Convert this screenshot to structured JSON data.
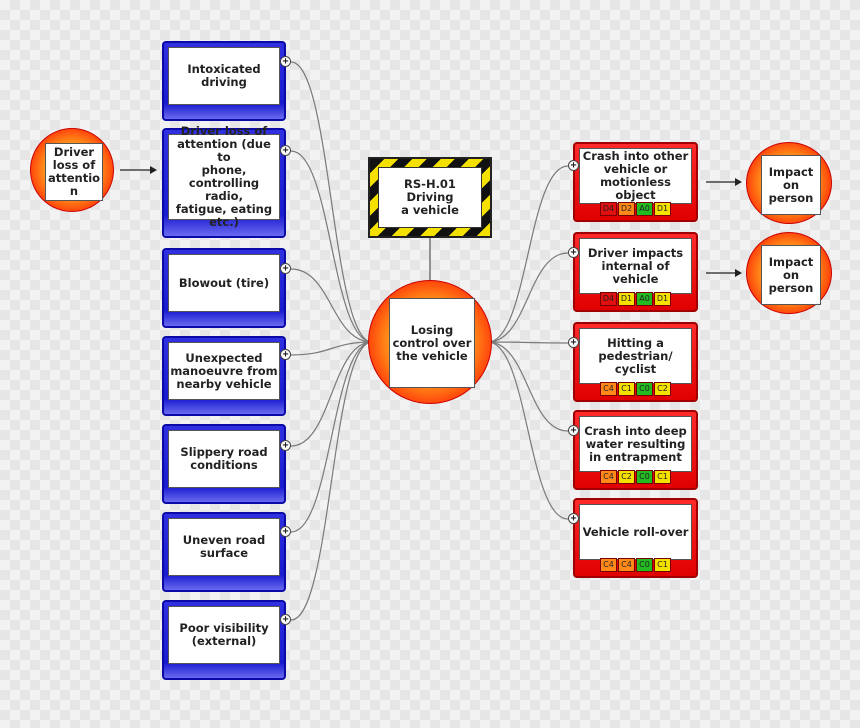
{
  "hazard": {
    "label": "RS-H.01 Driving\na vehicle"
  },
  "top_event": {
    "label": "Losing\ncontrol over\nthe vehicle"
  },
  "root_threat": {
    "label": "Driver\nloss of\nattentio\nn"
  },
  "threats": [
    {
      "label": "Intoxicated\ndriving"
    },
    {
      "label": "Driver loss of\nattention (due to\nphone,\ncontrolling radio,\nfatigue, eating\netc.)"
    },
    {
      "label": "Blowout (tire)"
    },
    {
      "label": "Unexpected\nmanoeuvre from\nnearby vehicle"
    },
    {
      "label": "Slippery road\nconditions"
    },
    {
      "label": "Uneven road\nsurface"
    },
    {
      "label": "Poor visibility\n(external)"
    }
  ],
  "consequences": [
    {
      "label": "Crash into other\nvehicle or\nmotionless object",
      "ratings": [
        {
          "code": "D4",
          "color": "#e01010"
        },
        {
          "code": "D2",
          "color": "#ff8a1a"
        },
        {
          "code": "A0",
          "color": "#22bb22"
        },
        {
          "code": "D1",
          "color": "#f5e100"
        }
      ]
    },
    {
      "label": "Driver impacts\ninternal of\nvehicle",
      "ratings": [
        {
          "code": "D4",
          "color": "#e01010"
        },
        {
          "code": "D1",
          "color": "#f5e100"
        },
        {
          "code": "A0",
          "color": "#22bb22"
        },
        {
          "code": "D1",
          "color": "#f5e100"
        }
      ]
    },
    {
      "label": "Hitting a\npedestrian/\ncyclist",
      "ratings": [
        {
          "code": "C4",
          "color": "#ff8a1a"
        },
        {
          "code": "C1",
          "color": "#f5e100"
        },
        {
          "code": "C0",
          "color": "#22bb22"
        },
        {
          "code": "C2",
          "color": "#f5e100"
        }
      ]
    },
    {
      "label": "Crash into deep\nwater resulting\nin entrapment",
      "ratings": [
        {
          "code": "C4",
          "color": "#ff8a1a"
        },
        {
          "code": "C2",
          "color": "#f5e100"
        },
        {
          "code": "C0",
          "color": "#22bb22"
        },
        {
          "code": "C1",
          "color": "#f5e100"
        }
      ]
    },
    {
      "label": "Vehicle roll-over",
      "ratings": [
        {
          "code": "C4",
          "color": "#ff8a1a"
        },
        {
          "code": "C4",
          "color": "#ff8a1a"
        },
        {
          "code": "C0",
          "color": "#22bb22"
        },
        {
          "code": "C1",
          "color": "#f5e100"
        }
      ]
    }
  ],
  "impacts": [
    {
      "label": "Impact\non\nperson"
    },
    {
      "label": "Impact\non\nperson"
    }
  ],
  "colors": {
    "threat_blue": "#1a1ad0",
    "consequence_red": "#e00000",
    "hazard_yellow": "#f5e100",
    "connector_gray": "#777777"
  }
}
